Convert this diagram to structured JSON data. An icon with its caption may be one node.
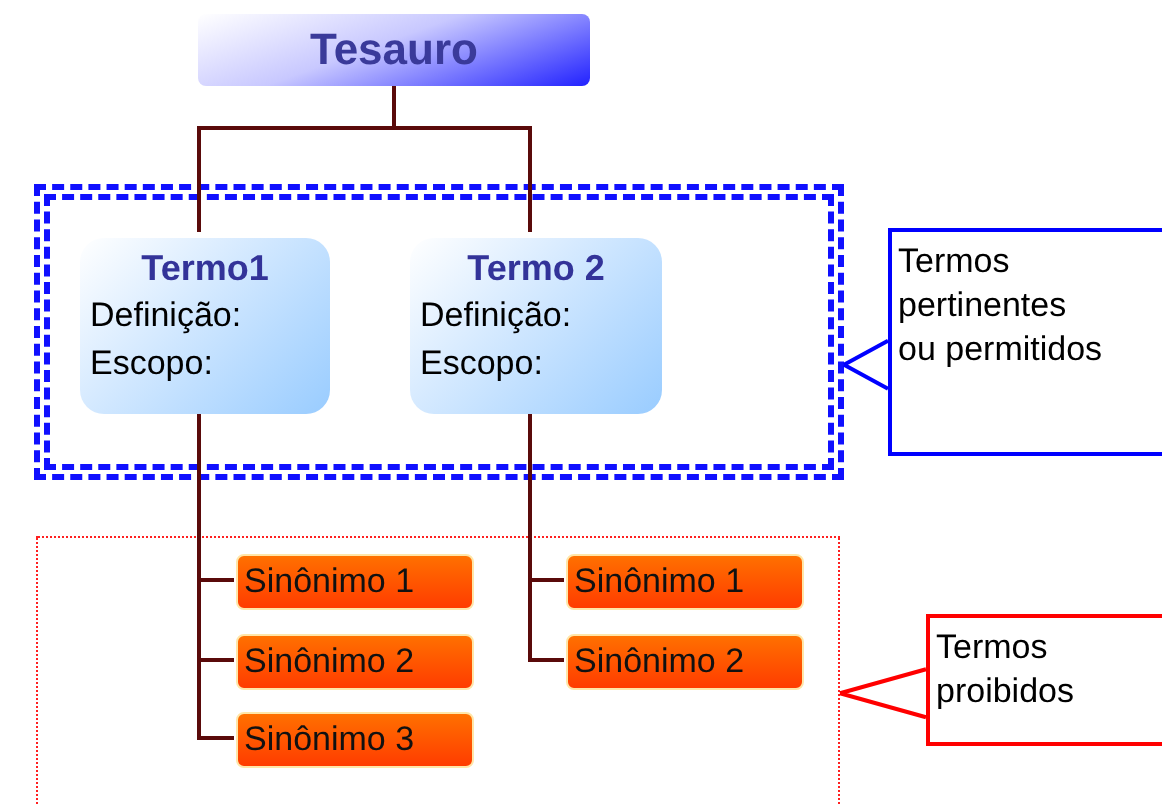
{
  "diagram": {
    "nodes": [
      {
        "text": [
          "Tesauro"
        ]
      },
      {
        "text": [],
        "shape": "box"
      },
      {
        "text": [
          "Termo1",
          "Definição:",
          "Escopo:"
        ],
        "in": 1
      },
      {
        "text": [
          "Termo 2",
          "Definição:",
          "Escopo:"
        ],
        "in": 1
      },
      {
        "text": [],
        "shape": "box"
      },
      {
        "text": [
          "Sinônimo 1"
        ],
        "in": 4
      },
      {
        "text": [
          "Sinônimo 2"
        ],
        "in": 4
      },
      {
        "text": [
          "Sinônimo 3"
        ],
        "in": 4
      },
      {
        "text": [
          "Sinônimo 1"
        ],
        "in": 4
      },
      {
        "text": [
          "Sinônimo 2"
        ],
        "in": 4
      },
      {
        "text": [
          "Termos pertinentes ou permitidos"
        ]
      },
      {
        "text": [
          "Termos proibidos"
        ]
      }
    ],
    "edges": [
      {
        "from": 0,
        "to": 2,
        "arrow": "none"
      },
      {
        "from": 0,
        "to": 3,
        "arrow": "none"
      },
      {
        "from": 2,
        "to": 5,
        "arrow": "none"
      },
      {
        "from": 2,
        "to": 6,
        "arrow": "none"
      },
      {
        "from": 2,
        "to": 7,
        "arrow": "none"
      },
      {
        "from": 3,
        "to": 8,
        "arrow": "none"
      },
      {
        "from": 3,
        "to": 9,
        "arrow": "none"
      },
      {
        "from": 10,
        "to": 1,
        "arrow": "none",
        "color": "#0000ff"
      },
      {
        "from": 11,
        "to": 4,
        "arrow": "none",
        "color": "#ff0000"
      }
    ]
  }
}
